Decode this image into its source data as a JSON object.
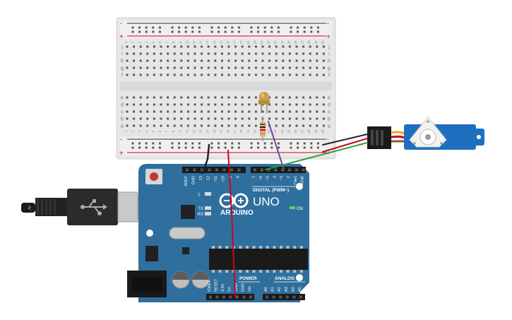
{
  "breadboard": {
    "rail_plus": "+",
    "rail_minus": "-",
    "row_letters_top": [
      "j",
      "i",
      "h",
      "g",
      "f"
    ],
    "row_letters_bottom": [
      "e",
      "d",
      "c",
      "b",
      "a"
    ],
    "column_numbers": [
      "1",
      "2",
      "3",
      "4",
      "5",
      "6",
      "7",
      "8",
      "9",
      "10",
      "11",
      "12",
      "13",
      "14",
      "15",
      "16",
      "17",
      "18",
      "19",
      "20",
      "21",
      "22",
      "23",
      "24",
      "25",
      "26",
      "27",
      "28",
      "29",
      "30"
    ]
  },
  "arduino": {
    "brand": "ARDUINO",
    "model": "UNO",
    "on_label": "ON",
    "digital_header_label": "DIGITAL (PWM~)",
    "power_label": "POWER",
    "analog_label": "ANALOG IN",
    "led_labels": [
      "L",
      "TX",
      "RX"
    ],
    "top_pins_left": [
      "AREF",
      "GND",
      "13",
      "12",
      "~11",
      "~10",
      "~9",
      "8"
    ],
    "top_pins_right": [
      "7",
      "~6",
      "~5",
      "4",
      "~3",
      "2",
      "TX▸1",
      "RX◂0"
    ],
    "power_pins": [
      "IOREF",
      "RESET",
      "3.3V",
      "5V",
      "GND",
      "GND",
      "Vin"
    ],
    "analog_pins": [
      "A0",
      "A1",
      "A2",
      "A3",
      "A4",
      "A5"
    ]
  },
  "colors": {
    "board_blue": "#2f6f9e",
    "breadboard": "#e6e6e6",
    "wire_red": "#d0021b",
    "wire_black": "#222222",
    "wire_purple": "#7b3fa0",
    "wire_green": "#2e9e3a",
    "servo_blue": "#1f6fc0",
    "led_body": "#c8a24a"
  }
}
